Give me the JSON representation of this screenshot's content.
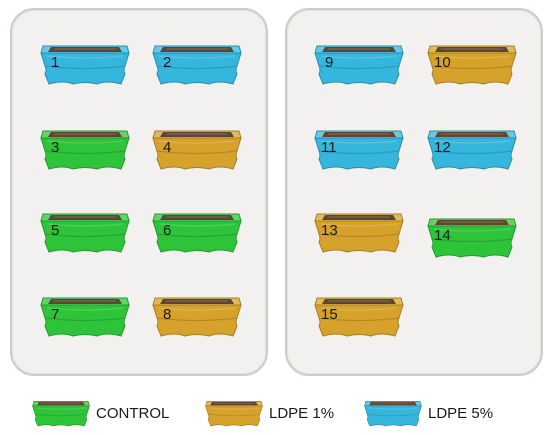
{
  "legend": [
    {
      "label": "CONTROL",
      "color": "#2ec43a",
      "group": "control"
    },
    {
      "label": "LDPE 1%",
      "color": "#d6a22c",
      "group": "ldpe1"
    },
    {
      "label": "LDPE 5%",
      "color": "#35b6dc",
      "group": "ldpe5"
    }
  ],
  "pots": [
    {
      "number": "1",
      "group": "ldpe5"
    },
    {
      "number": "2",
      "group": "ldpe5"
    },
    {
      "number": "3",
      "group": "control"
    },
    {
      "number": "4",
      "group": "ldpe1"
    },
    {
      "number": "5",
      "group": "control"
    },
    {
      "number": "6",
      "group": "control"
    },
    {
      "number": "7",
      "group": "control"
    },
    {
      "number": "8",
      "group": "ldpe1"
    },
    {
      "number": "9",
      "group": "ldpe5"
    },
    {
      "number": "10",
      "group": "ldpe1"
    },
    {
      "number": "11",
      "group": "ldpe5"
    },
    {
      "number": "12",
      "group": "ldpe5"
    },
    {
      "number": "13",
      "group": "ldpe1"
    },
    {
      "number": "14",
      "group": "control"
    },
    {
      "number": "15",
      "group": "ldpe1"
    }
  ]
}
